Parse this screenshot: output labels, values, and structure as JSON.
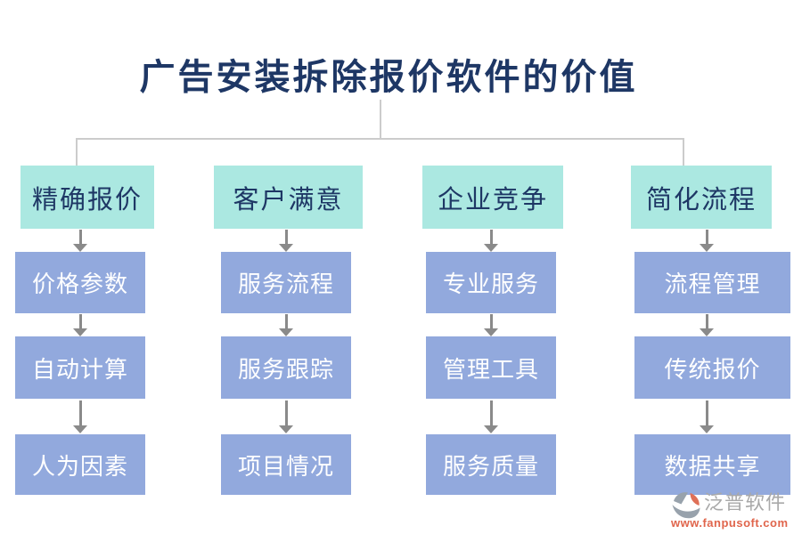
{
  "title": {
    "text": "广告安装拆除报价软件的价值"
  },
  "columns": [
    {
      "header": "精确报价",
      "items": [
        "价格参数",
        "自动计算",
        "人为因素"
      ]
    },
    {
      "header": "客户满意",
      "items": [
        "服务流程",
        "服务跟踪",
        "项目情况"
      ]
    },
    {
      "header": "企业竞争",
      "items": [
        "专业服务",
        "管理工具",
        "服务质量"
      ]
    },
    {
      "header": "简化流程",
      "items": [
        "流程管理",
        "传统报价",
        "数据共享"
      ]
    }
  ],
  "watermark": {
    "brand": "泛普软件",
    "url": "www.fanpusoft.com",
    "logo": "fanpu-logo-icon"
  },
  "colors": {
    "title_color": "#1e3765",
    "header_bg": "#abe8e1",
    "header_text": "#1e3765",
    "item_bg": "#92a9dd",
    "item_text": "#ffffff",
    "connector": "#cccccc",
    "arrow": "#8a8a8a",
    "brand_color": "#a9a9a9",
    "url_color": "#e0654c",
    "logo_gray": "#98a2ac",
    "logo_orange": "#df7058"
  }
}
